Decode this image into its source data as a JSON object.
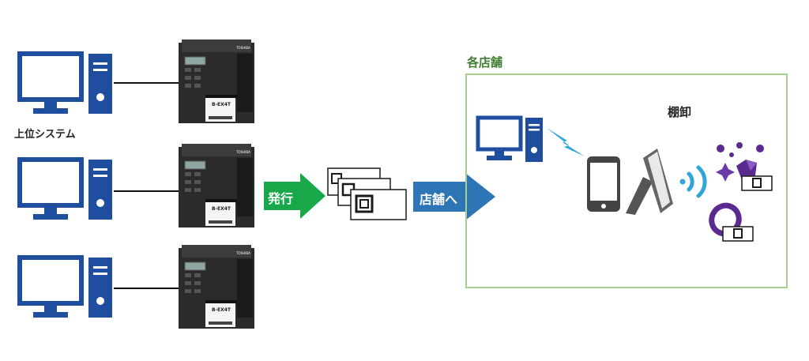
{
  "host_system": {
    "label": "上位システム"
  },
  "issue_arrow": {
    "label": "発行"
  },
  "to_store_arrow": {
    "label": "店舗へ"
  },
  "store": {
    "title": "各店舗"
  },
  "inventory": {
    "label": "棚卸"
  },
  "printers": [
    {
      "brand": "TOSHIBA",
      "model": "B-EX4T"
    },
    {
      "brand": "TOSHIBA",
      "model": "B-EX4T"
    },
    {
      "brand": "TOSHIBA",
      "model": "B-EX4T"
    }
  ],
  "colors": {
    "monitor_blue": "#1f4e9e",
    "issue_green": "#18a84a",
    "store_blue": "#2e75b6",
    "store_border": "#a8d08d",
    "store_title": "#3f7d2f",
    "signal_blue": "#2fa6d9",
    "item_purple": "#5b2a91"
  }
}
